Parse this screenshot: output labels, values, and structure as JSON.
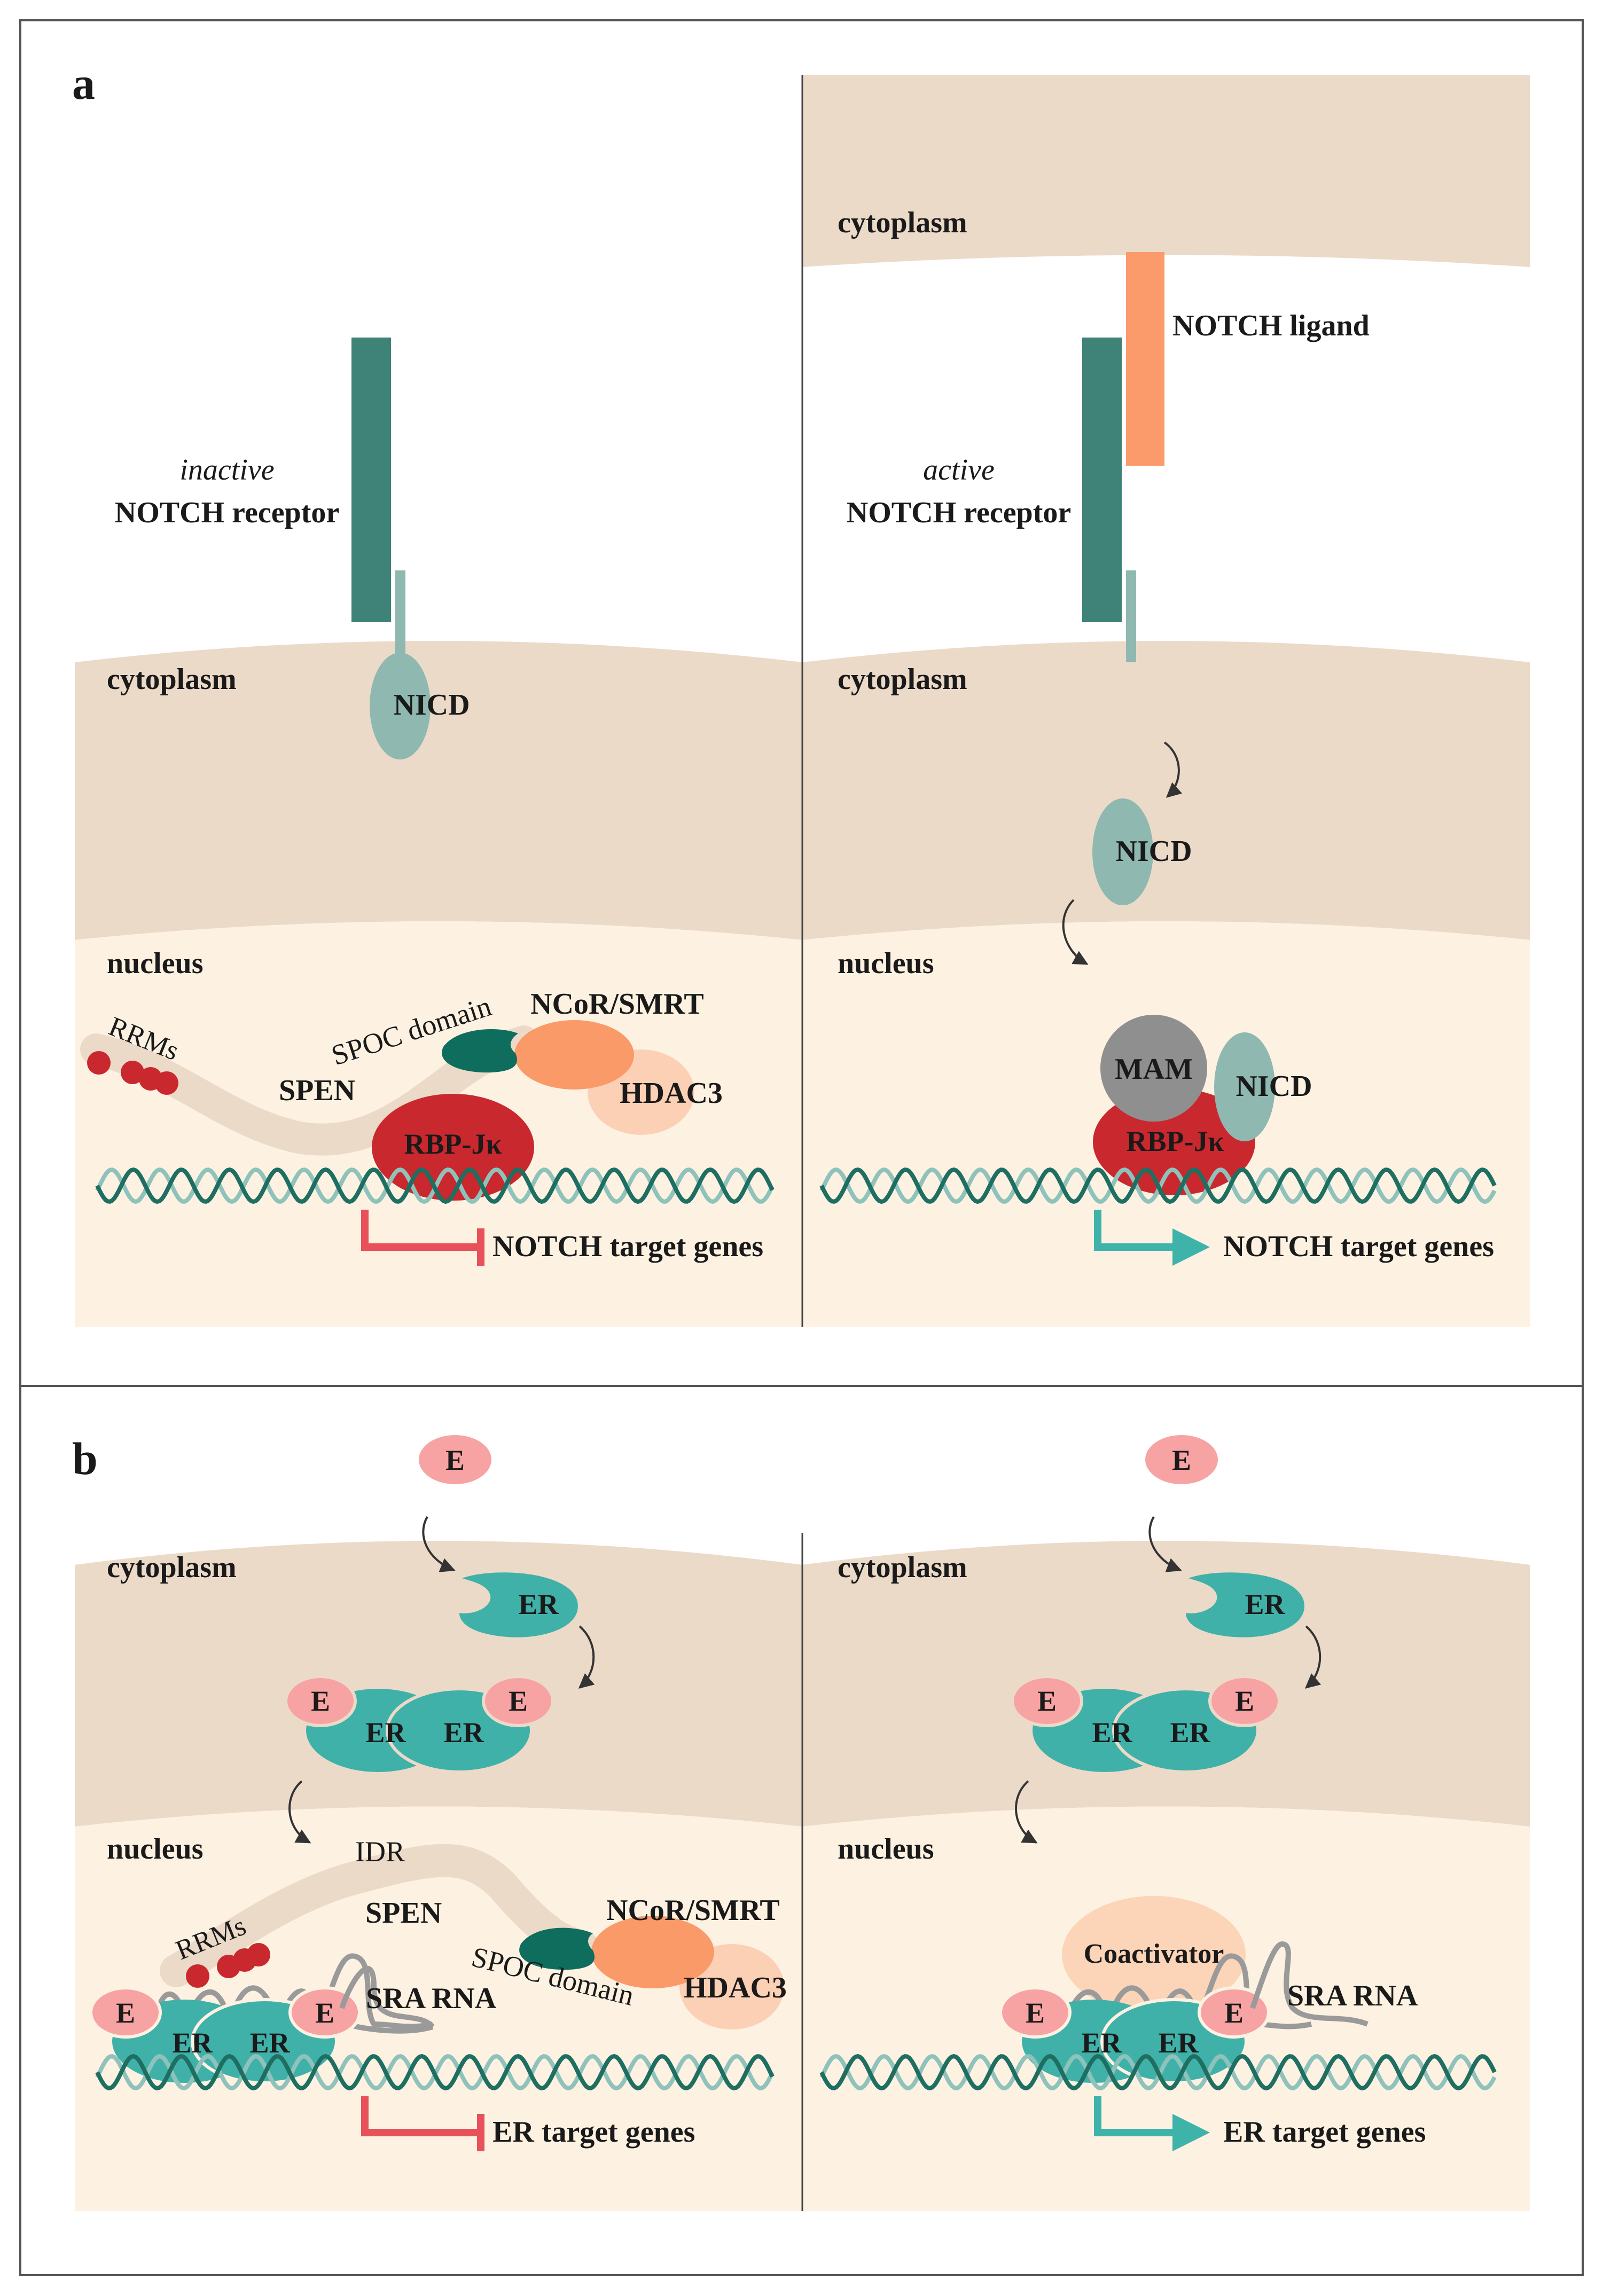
{
  "panels": {
    "a": {
      "letter": "a",
      "left": {
        "receptor_state": "inactive",
        "receptor_label": "NOTCH receptor",
        "nicd": "NICD",
        "cytoplasm": "cytoplasm",
        "nucleus": "nucleus",
        "rrms": "RRMs",
        "spoc": "SPOC domain",
        "spen": "SPEN",
        "ncor": "NCoR/SMRT",
        "hdac": "HDAC3",
        "rbpj": "RBP-Jκ",
        "target": "NOTCH target genes"
      },
      "right": {
        "top_cytoplasm": "cytoplasm",
        "ligand": "NOTCH ligand",
        "receptor_state": "active",
        "receptor_label": "NOTCH receptor",
        "cytoplasm": "cytoplasm",
        "nicd": "NICD",
        "nucleus": "nucleus",
        "mam": "MAM",
        "nicd_bound": "NICD",
        "rbpj": "RBP-Jκ",
        "target": "NOTCH target genes"
      }
    },
    "b": {
      "letter": "b",
      "left": {
        "cytoplasm": "cytoplasm",
        "nucleus": "nucleus",
        "e": "E",
        "er": "ER",
        "idr": "IDR",
        "rrms": "RRMs",
        "spen": "SPEN",
        "spoc": "SPOC domain",
        "ncor": "NCoR/SMRT",
        "hdac": "HDAC3",
        "sra": "SRA RNA",
        "target": "ER target genes"
      },
      "right": {
        "cytoplasm": "cytoplasm",
        "nucleus": "nucleus",
        "e": "E",
        "er": "ER",
        "coactivator": "Coactivator",
        "sra": "SRA RNA",
        "target": "ER target genes"
      }
    }
  },
  "colors": {
    "cytoplasm": "#ecdac9",
    "nucleus": "#fdf2e2",
    "receptor": "#3e8278",
    "nicd": "#8fb8b0",
    "ligand": "#fb9b6c",
    "rbpj": "#c8282e",
    "spoc": "#0f6d5e",
    "ncor": "#fa9a68",
    "hdac": "#fcd0b5",
    "mam": "#8f8f8f",
    "er": "#40b1a9",
    "estrogen": "#f7a3a3",
    "coactivator": "#fcd4b8",
    "repress": "#e8515a",
    "activate": "#3eb3aa",
    "dna_dark": "#1f6e62",
    "dna_light": "#8fc2bb"
  }
}
